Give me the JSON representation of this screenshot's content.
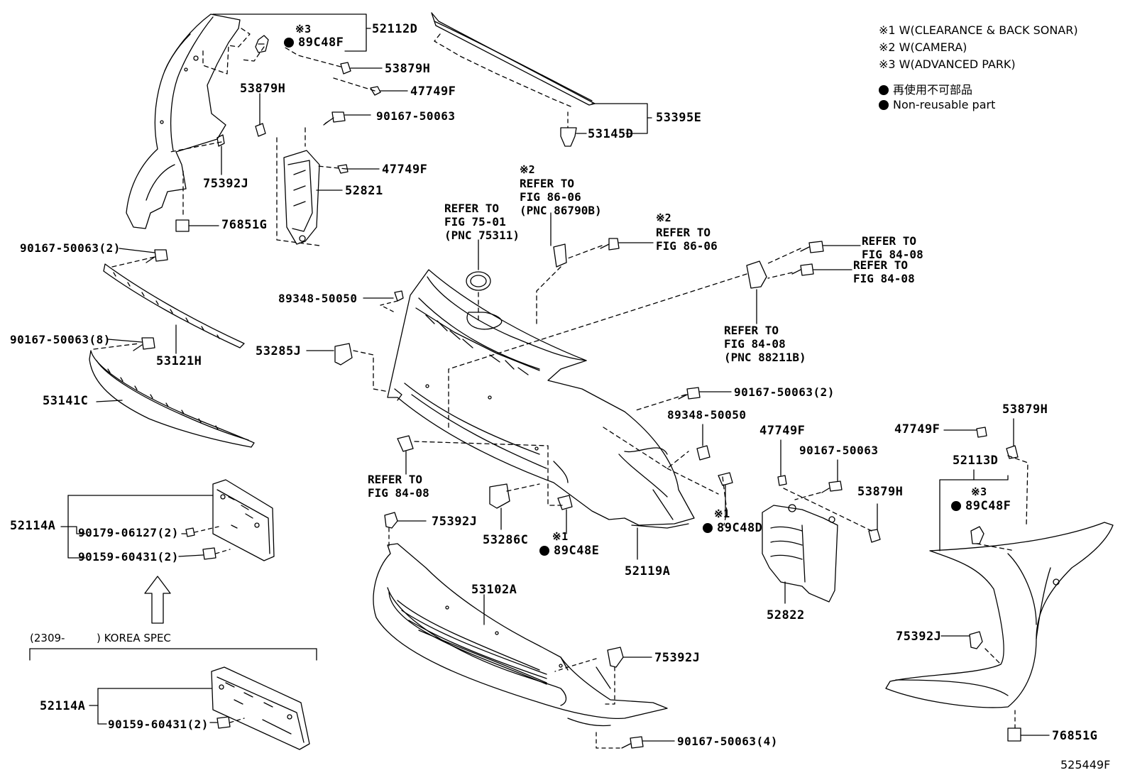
{
  "legend": {
    "note1": "※1 W(CLEARANCE & BACK SONAR)",
    "note2": "※2 W(CAMERA)",
    "note3": "※3 W(ADVANCED PARK)",
    "nonreusable_jp": "再使用不可部品",
    "nonreusable_en": "Non-reusable part"
  },
  "parts": {
    "p52112D": "52112D",
    "p89C48F_top": "89C48F",
    "note3_top": "※3",
    "p53879H_a": "53879H",
    "p47749F_a": "47749F",
    "p53879H_b": "53879H",
    "p90167_50063_a": "90167-50063",
    "p47749F_b": "47749F",
    "p52821": "52821",
    "p75392J_a": "75392J",
    "p76851G_a": "76851G",
    "p90167_50063_2a": "90167-50063(2)",
    "p89348_50050_a": "89348-50050",
    "p90167_50063_8": "90167-50063(8)",
    "p53121H": "53121H",
    "p53285J": "53285J",
    "p53141C": "53141C",
    "p53395E": "53395E",
    "p53145D": "53145D",
    "p90167_50063_2b": "90167-50063(2)",
    "p89348_50050_b": "89348-50050",
    "p47749F_c": "47749F",
    "p90167_50063_b": "90167-50063",
    "p53879H_c": "53879H",
    "p47749F_d": "47749F",
    "p53879H_d": "53879H",
    "p52113D": "52113D",
    "note3_right": "※3",
    "p89C48F_right": "89C48F",
    "note1_a": "※1",
    "p89C48D": "89C48D",
    "p52119A": "52119A",
    "note1_b": "※1",
    "p89C48E": "89C48E",
    "p53286C": "53286C",
    "p75392J_b": "75392J",
    "p53102A": "53102A",
    "p75392J_c": "75392J",
    "p90167_50063_4": "90167-50063(4)",
    "p52822": "52822",
    "p75392J_d": "75392J",
    "p76851G_b": "76851G",
    "p52114A_a": "52114A",
    "p90179_06127": "90179-06127(2)",
    "p90159_60431_a": "90159-60431(2)",
    "korea_spec_date": "(2309-",
    "korea_spec": ") KOREA SPEC",
    "p52114A_b": "52114A",
    "p90159_60431_b": "90159-60431(2)",
    "figure_id": "525449F"
  },
  "refers": {
    "r75": "REFER TO\nFIG 75-01\n(PNC 75311)",
    "r86a_note": "※2",
    "r86a": "REFER TO\nFIG 86-06\n(PNC 86790B)",
    "r86b_note": "※2",
    "r86b": "REFER TO\nFIG 86-06",
    "r84a": "REFER TO\nFIG 84-08",
    "r84b": "REFER TO\nFIG 84-08",
    "r84c": "REFER TO\nFIG 84-08\n(PNC 88211B)",
    "r84d": "REFER TO\nFIG 84-08"
  }
}
